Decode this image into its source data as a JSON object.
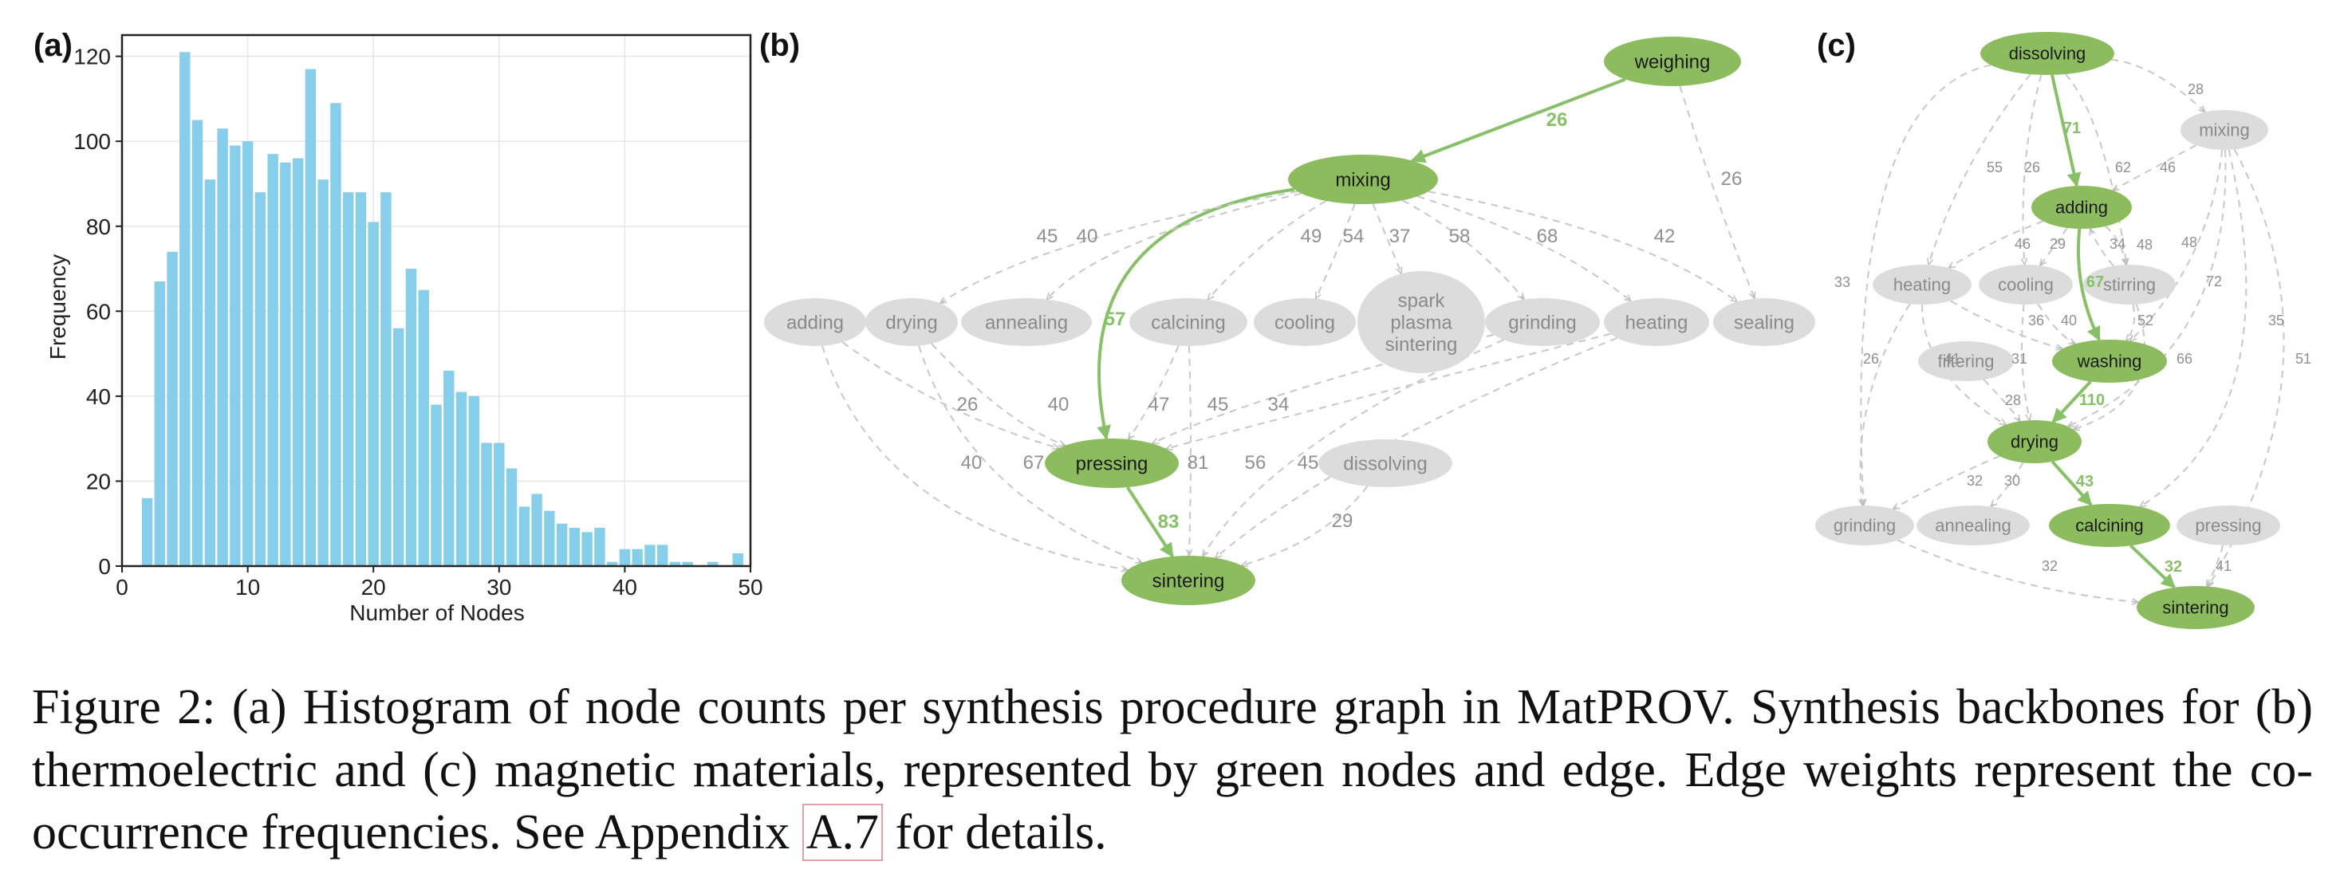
{
  "panel_labels": {
    "a": "(a)",
    "b": "(b)",
    "c": "(c)"
  },
  "chart_data": {
    "type": "bar",
    "xlabel": "Number of Nodes",
    "ylabel": "Frequency",
    "xlim": [
      0,
      50
    ],
    "ylim": [
      0,
      125
    ],
    "xticks": [
      0,
      10,
      20,
      30,
      40,
      50
    ],
    "yticks": [
      0,
      20,
      40,
      60,
      80,
      100,
      120
    ],
    "grid": true,
    "bar_color": "#87ceeb",
    "bar_width": 0.85,
    "x": [
      2,
      3,
      4,
      5,
      6,
      7,
      8,
      9,
      10,
      11,
      12,
      13,
      14,
      15,
      16,
      17,
      18,
      19,
      20,
      21,
      22,
      23,
      24,
      25,
      26,
      27,
      28,
      29,
      30,
      31,
      32,
      33,
      34,
      35,
      36,
      37,
      38,
      39,
      40,
      41,
      42,
      43,
      44,
      45,
      46,
      47,
      48,
      49
    ],
    "values": [
      16,
      67,
      74,
      121,
      105,
      91,
      103,
      99,
      100,
      88,
      97,
      95,
      96,
      117,
      91,
      109,
      88,
      88,
      81,
      88,
      56,
      70,
      65,
      38,
      46,
      41,
      40,
      29,
      29,
      23,
      14,
      17,
      13,
      10,
      9,
      8,
      9,
      1,
      4,
      4,
      5,
      5,
      1,
      1,
      0,
      1,
      0,
      3
    ]
  },
  "graph_b": {
    "colors": {
      "backbone": "#8cbc5e",
      "other": "#dcdcdc",
      "backbone_edge": "#88c068",
      "other_edge": "#c8c8c8",
      "weight_other": "#909090",
      "weight_backbone": "#88c068"
    },
    "nodes": [
      {
        "id": "weighing",
        "label": "weighing",
        "backbone": true
      },
      {
        "id": "mixing",
        "label": "mixing",
        "backbone": true
      },
      {
        "id": "adding",
        "label": "adding",
        "backbone": false
      },
      {
        "id": "drying",
        "label": "drying",
        "backbone": false
      },
      {
        "id": "annealing",
        "label": "annealing",
        "backbone": false
      },
      {
        "id": "calcining",
        "label": "calcining",
        "backbone": false
      },
      {
        "id": "cooling",
        "label": "cooling",
        "backbone": false
      },
      {
        "id": "sps",
        "label": "spark plasma sintering",
        "backbone": false
      },
      {
        "id": "grinding",
        "label": "grinding",
        "backbone": false
      },
      {
        "id": "heating",
        "label": "heating",
        "backbone": false
      },
      {
        "id": "sealing",
        "label": "sealing",
        "backbone": false
      },
      {
        "id": "pressing",
        "label": "pressing",
        "backbone": true
      },
      {
        "id": "dissolving",
        "label": "dissolving",
        "backbone": false
      },
      {
        "id": "sintering",
        "label": "sintering",
        "backbone": true
      }
    ],
    "edges": [
      {
        "from": "weighing",
        "to": "mixing",
        "weight": "26",
        "backbone": true
      },
      {
        "from": "mixing",
        "to": "pressing",
        "weight": "57",
        "backbone": true
      },
      {
        "from": "pressing",
        "to": "sintering",
        "weight": "83",
        "backbone": true
      },
      {
        "from": "weighing",
        "to": "sealing",
        "weight": "26",
        "backbone": false
      },
      {
        "from": "mixing",
        "to": "drying",
        "weight": "45",
        "backbone": false
      },
      {
        "from": "mixing",
        "to": "annealing",
        "weight": "40",
        "backbone": false
      },
      {
        "from": "mixing",
        "to": "calcining",
        "weight": "49",
        "backbone": false
      },
      {
        "from": "mixing",
        "to": "cooling",
        "weight": "54",
        "backbone": false
      },
      {
        "from": "mixing",
        "to": "sps",
        "weight": "37",
        "backbone": false
      },
      {
        "from": "mixing",
        "to": "grinding",
        "weight": "58",
        "backbone": false
      },
      {
        "from": "mixing",
        "to": "heating",
        "weight": "68",
        "backbone": false
      },
      {
        "from": "mixing",
        "to": "sealing",
        "weight": "42",
        "backbone": false
      },
      {
        "from": "adding",
        "to": "pressing",
        "weight": "26",
        "backbone": false
      },
      {
        "from": "drying",
        "to": "pressing",
        "weight": "40",
        "backbone": false
      },
      {
        "from": "calcining",
        "to": "pressing",
        "weight": "47",
        "backbone": false
      },
      {
        "from": "grinding",
        "to": "pressing",
        "weight": "45",
        "backbone": false
      },
      {
        "from": "heating",
        "to": "pressing",
        "weight": "34",
        "backbone": false
      },
      {
        "from": "adding",
        "to": "sintering",
        "weight": "40",
        "backbone": false
      },
      {
        "from": "drying",
        "to": "sintering",
        "weight": "67",
        "backbone": false
      },
      {
        "from": "calcining",
        "to": "sintering",
        "weight": "81",
        "backbone": false
      },
      {
        "from": "grinding",
        "to": "sintering",
        "weight": "56",
        "backbone": false
      },
      {
        "from": "heating",
        "to": "sintering",
        "weight": "45",
        "backbone": false
      },
      {
        "from": "dissolving",
        "to": "sintering",
        "weight": "29",
        "backbone": false
      }
    ]
  },
  "graph_c": {
    "nodes": [
      {
        "id": "dissolving",
        "label": "dissolving",
        "backbone": true
      },
      {
        "id": "mixing",
        "label": "mixing",
        "backbone": false
      },
      {
        "id": "adding",
        "label": "adding",
        "backbone": true
      },
      {
        "id": "heating",
        "label": "heating",
        "backbone": false
      },
      {
        "id": "cooling",
        "label": "cooling",
        "backbone": false
      },
      {
        "id": "stirring",
        "label": "stirring",
        "backbone": false
      },
      {
        "id": "filtering",
        "label": "filtering",
        "backbone": false
      },
      {
        "id": "washing",
        "label": "washing",
        "backbone": true
      },
      {
        "id": "drying",
        "label": "drying",
        "backbone": true
      },
      {
        "id": "grinding",
        "label": "grinding",
        "backbone": false
      },
      {
        "id": "annealing",
        "label": "annealing",
        "backbone": false
      },
      {
        "id": "calcining",
        "label": "calcining",
        "backbone": true
      },
      {
        "id": "pressing",
        "label": "pressing",
        "backbone": false
      },
      {
        "id": "sintering",
        "label": "sintering",
        "backbone": true
      }
    ],
    "edges": [
      {
        "from": "dissolving",
        "to": "adding",
        "weight": "71",
        "backbone": true
      },
      {
        "from": "adding",
        "to": "washing",
        "weight": "67",
        "backbone": true
      },
      {
        "from": "washing",
        "to": "drying",
        "weight": "110",
        "backbone": true
      },
      {
        "from": "drying",
        "to": "calcining",
        "weight": "43",
        "backbone": true
      },
      {
        "from": "calcining",
        "to": "sintering",
        "weight": "32",
        "backbone": true
      },
      {
        "from": "dissolving",
        "to": "mixing",
        "weight": "28",
        "backbone": false
      },
      {
        "from": "dissolving",
        "to": "heating",
        "weight": "55",
        "backbone": false
      },
      {
        "from": "dissolving",
        "to": "cooling",
        "weight": "26",
        "backbone": false
      },
      {
        "from": "dissolving",
        "to": "stirring",
        "weight": "62",
        "backbone": false
      },
      {
        "from": "dissolving",
        "to": "grinding",
        "weight": "33",
        "backbone": false
      },
      {
        "from": "mixing",
        "to": "adding",
        "weight": "46",
        "backbone": false
      },
      {
        "from": "mixing",
        "to": "washing",
        "weight": "48",
        "backbone": false
      },
      {
        "from": "mixing",
        "to": "drying",
        "weight": "72",
        "backbone": false
      },
      {
        "from": "mixing",
        "to": "calcining",
        "weight": "35",
        "backbone": false
      },
      {
        "from": "mixing",
        "to": "sintering",
        "weight": "51",
        "backbone": false
      },
      {
        "from": "adding",
        "to": "heating",
        "weight": "46",
        "backbone": false
      },
      {
        "from": "adding",
        "to": "cooling",
        "weight": "29",
        "backbone": false
      },
      {
        "from": "adding",
        "to": "stirring",
        "weight": "48",
        "backbone": false
      },
      {
        "from": "stirring",
        "to": "adding",
        "weight": "34",
        "backbone": false
      },
      {
        "from": "heating",
        "to": "washing",
        "weight": "36",
        "backbone": false
      },
      {
        "from": "cooling",
        "to": "washing",
        "weight": "40",
        "backbone": false
      },
      {
        "from": "stirring",
        "to": "washing",
        "weight": "52",
        "backbone": false
      },
      {
        "from": "heating",
        "to": "drying",
        "weight": "41",
        "backbone": false
      },
      {
        "from": "cooling",
        "to": "drying",
        "weight": "31",
        "backbone": false
      },
      {
        "from": "filtering",
        "to": "drying",
        "weight": "28",
        "backbone": false
      },
      {
        "from": "stirring",
        "to": "drying",
        "weight": "66",
        "backbone": false
      },
      {
        "from": "heating",
        "to": "grinding",
        "weight": "26",
        "backbone": false
      },
      {
        "from": "drying",
        "to": "grinding",
        "weight": "32",
        "backbone": false
      },
      {
        "from": "drying",
        "to": "annealing",
        "weight": "30",
        "backbone": false
      },
      {
        "from": "grinding",
        "to": "sintering",
        "weight": "32",
        "backbone": false
      },
      {
        "from": "pressing",
        "to": "sintering",
        "weight": "41",
        "backbone": false
      }
    ]
  },
  "caption": {
    "text_before": "Figure 2: (a) Histogram of node counts per synthesis procedure graph in MatPROV. Synthesis backbones for (b) thermoelectric and (c) magnetic materials, represented by green nodes and edge. Edge weights represent the co-occurrence frequencies. See Appendix ",
    "ref": "A.7",
    "text_after": " for details."
  }
}
